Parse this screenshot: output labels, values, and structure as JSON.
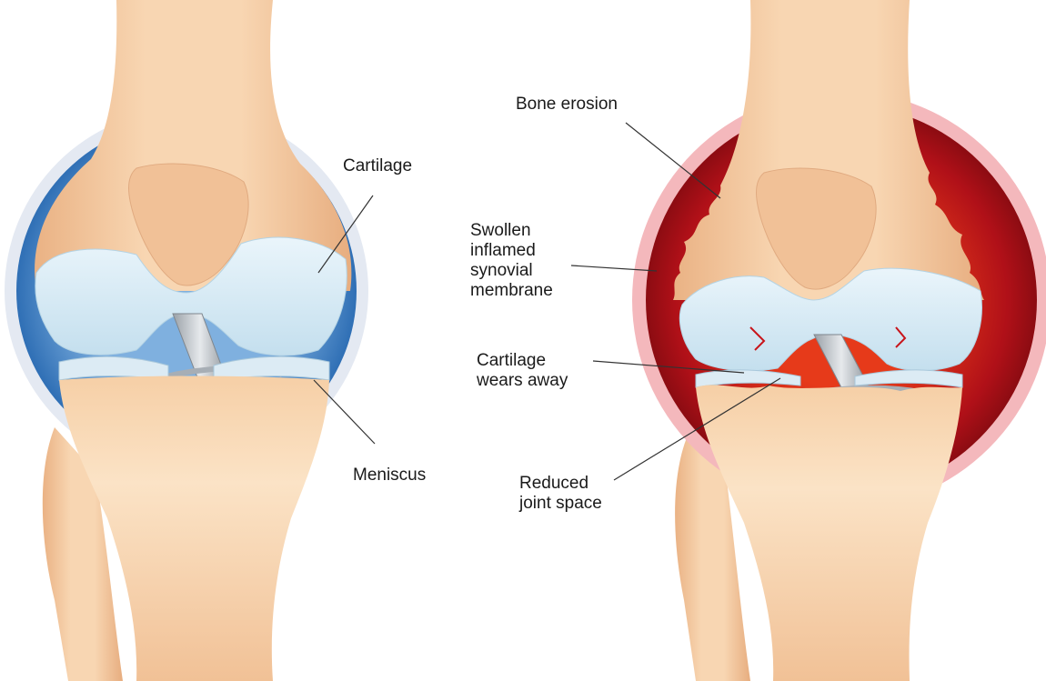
{
  "healthy_joint": {
    "labels": {
      "cartilage": "Cartilage",
      "meniscus": "Meniscus"
    }
  },
  "arthritic_joint": {
    "labels": {
      "bone_erosion": "Bone erosion",
      "synovial_membrane": "Swollen\ninflamed\nsynovial\nmembrane",
      "cartilage_wear": "Cartilage\nwears away",
      "joint_space": "Reduced\njoint space"
    }
  },
  "colors": {
    "bone": "#f5c9a0",
    "cartilage": "#d5eaf5",
    "healthy_capsule": "#3d7fc4",
    "inflamed_capsule": "#c8141a",
    "inflamed_halo": "#f4b8bc"
  }
}
